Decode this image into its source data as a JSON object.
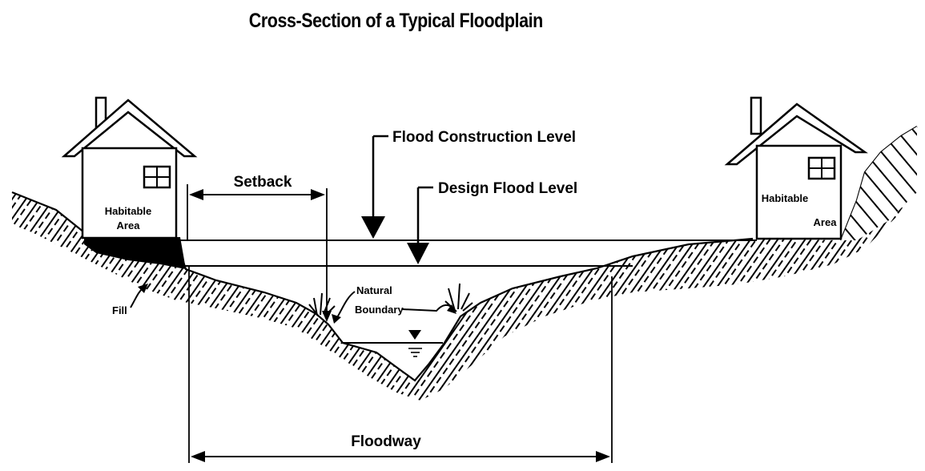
{
  "title": "Cross-Section of a Typical Floodplain",
  "labels": {
    "flood_construction_level": "Flood Construction Level",
    "design_flood_level": "Design Flood Level",
    "setback": "Setback",
    "habitable_area_left_line1": "Habitable",
    "habitable_area_left_line2": "Area",
    "habitable_area_right_line1": "Habitable",
    "habitable_area_right_line2": "Area",
    "fill": "Fill",
    "natural_boundary_line1": "Natural",
    "natural_boundary_line2": "Boundary",
    "floodway": "Floodway"
  },
  "colors": {
    "ink": "#000000",
    "background": "#ffffff"
  }
}
